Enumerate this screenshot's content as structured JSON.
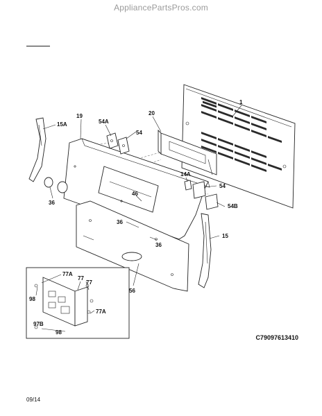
{
  "header": {
    "watermark": "AppliancePartsPros.com"
  },
  "diagram": {
    "code": "C79097613410",
    "date": "09/14",
    "labels": {
      "p1": "1",
      "p20": "20",
      "p19": "19",
      "p15a": "15A",
      "p54a": "54A",
      "p54_top": "54",
      "p14a": "14A",
      "p54_mid": "54",
      "p54b": "54B",
      "p46": "46",
      "p36_left": "36",
      "p36_mid": "36",
      "p36_right": "36",
      "p15": "15",
      "p56": "56",
      "p77a_top": "77A",
      "p77a": "77",
      "p77b": "77",
      "p98_top": "98",
      "p77a_bot": "77A",
      "p97b": "97B",
      "p98_bot": "98"
    }
  }
}
